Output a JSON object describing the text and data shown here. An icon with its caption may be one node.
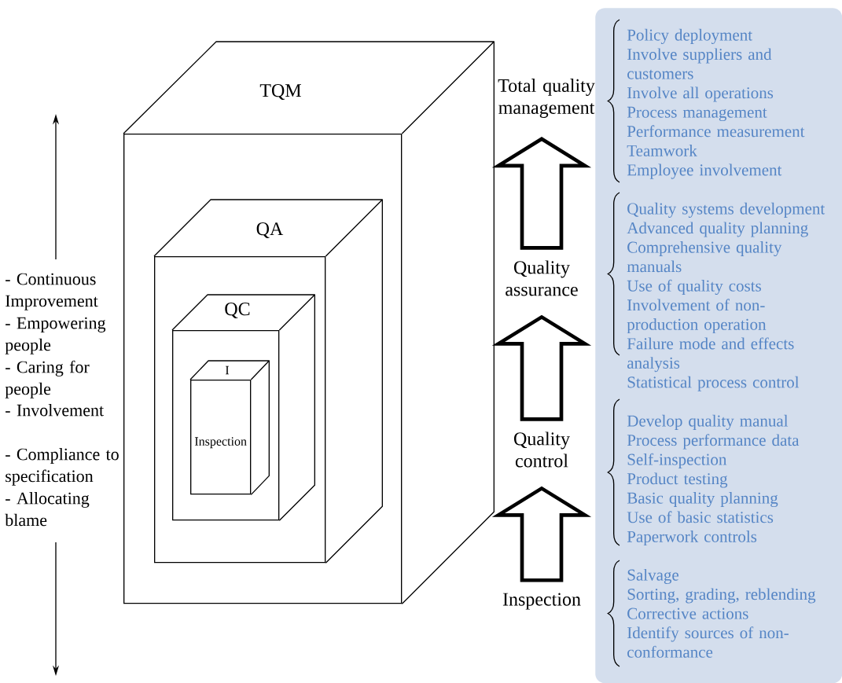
{
  "diagram": {
    "nodes": [
      {
        "text": [
          "TQM"
        ]
      },
      {
        "text": [
          "QA"
        ],
        "in": 0
      },
      {
        "text": [
          "QC"
        ],
        "in": 1
      },
      {
        "text": [
          "I",
          "Inspection"
        ],
        "in": 2
      },
      {
        "text": [
          "Total quality management"
        ]
      },
      {
        "text": [
          "Quality assurance"
        ]
      },
      {
        "text": [
          "Quality control"
        ]
      },
      {
        "text": [
          "Inspection"
        ]
      },
      {
        "text": [],
        "shape": "box"
      },
      {
        "text": [
          "Policy deployment",
          "Involve suppliers and customers",
          "Involve all operations",
          "Process management",
          "Performance measurement",
          "Teamwork",
          "Employee involvement"
        ],
        "in": 8
      },
      {
        "text": [
          "Quality systems development",
          "Advanced quality planning",
          "Comprehensive quality manuals",
          "Use of quality costs",
          "Involvement of non-production operation",
          "Failure mode and effects analysis",
          "Statistical process control"
        ],
        "in": 8
      },
      {
        "text": [
          "Develop quality manual",
          "Process performance data",
          "Self-inspection",
          "Product testing",
          "Basic quality planning",
          "Use of basic statistics",
          "Paperwork controls"
        ],
        "in": 8
      },
      {
        "text": [
          "Salvage",
          "Sorting, grading, reblending",
          "Corrective actions",
          "Identify sources of non-conformance"
        ],
        "in": 8
      }
    ],
    "edges": [
      {
        "from": 7,
        "to": 6,
        "arrow": "to"
      },
      {
        "from": 6,
        "to": 5,
        "arrow": "to"
      },
      {
        "from": 5,
        "to": 4,
        "arrow": "to"
      }
    ],
    "labels": [
      "- Continuous Improvement",
      "- Empowering people",
      "- Caring for people",
      "- Involvement",
      "- Compliance to specification",
      "- Allocating blame"
    ]
  }
}
